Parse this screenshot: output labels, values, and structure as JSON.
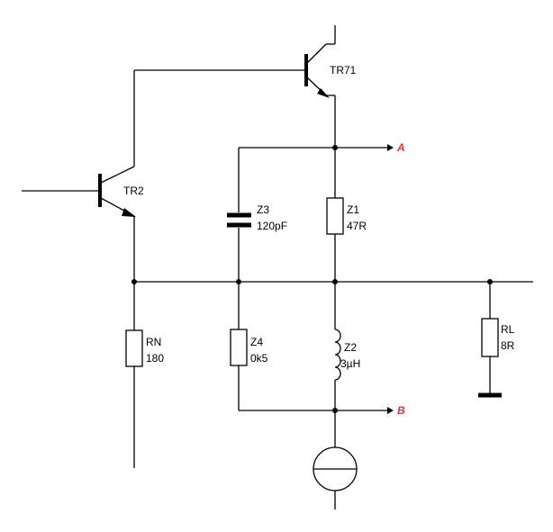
{
  "components": {
    "tr71": {
      "designator": "TR71"
    },
    "tr2": {
      "designator": "TR2"
    },
    "z3": {
      "designator": "Z3",
      "value": "120pF"
    },
    "z1": {
      "designator": "Z1",
      "value": "47R"
    },
    "z4": {
      "designator": "Z4",
      "value": "0k5"
    },
    "z2": {
      "designator": "Z2",
      "value": "3µH"
    },
    "rn": {
      "designator": "RN",
      "value": "180"
    },
    "rl": {
      "designator": "RL",
      "value": "8R"
    }
  },
  "nodes": {
    "a": "A",
    "b": "B"
  },
  "colors": {
    "wire": "#000000",
    "node_label": "#e8303a",
    "background": "#ffffff"
  }
}
